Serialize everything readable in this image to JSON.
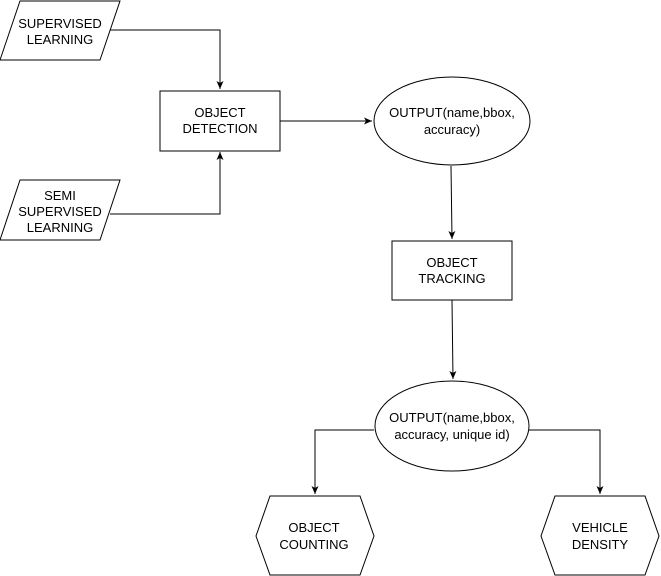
{
  "diagram": {
    "nodes": {
      "supervised": {
        "lines": [
          "SUPERVISED",
          "LEARNING"
        ]
      },
      "semi": {
        "lines": [
          "SEMI",
          "SUPERVISED",
          "LEARNING"
        ]
      },
      "detection": {
        "lines": [
          "OBJECT",
          "DETECTION"
        ]
      },
      "output1": {
        "lines": [
          "OUTPUT(name,bbox,",
          "accuracy)"
        ]
      },
      "tracking": {
        "lines": [
          "OBJECT",
          "TRACKING"
        ]
      },
      "output2": {
        "lines": [
          "OUTPUT(name,bbox,",
          "accuracy, unique id)"
        ]
      },
      "counting": {
        "lines": [
          "OBJECT",
          "COUNTING"
        ]
      },
      "density": {
        "lines": [
          "VEHICLE",
          "DENSITY"
        ]
      }
    },
    "edges": [
      {
        "from": "supervised",
        "to": "detection"
      },
      {
        "from": "semi",
        "to": "detection"
      },
      {
        "from": "detection",
        "to": "output1"
      },
      {
        "from": "output1",
        "to": "tracking"
      },
      {
        "from": "tracking",
        "to": "output2"
      },
      {
        "from": "output2",
        "to": "counting"
      },
      {
        "from": "output2",
        "to": "density"
      }
    ]
  }
}
